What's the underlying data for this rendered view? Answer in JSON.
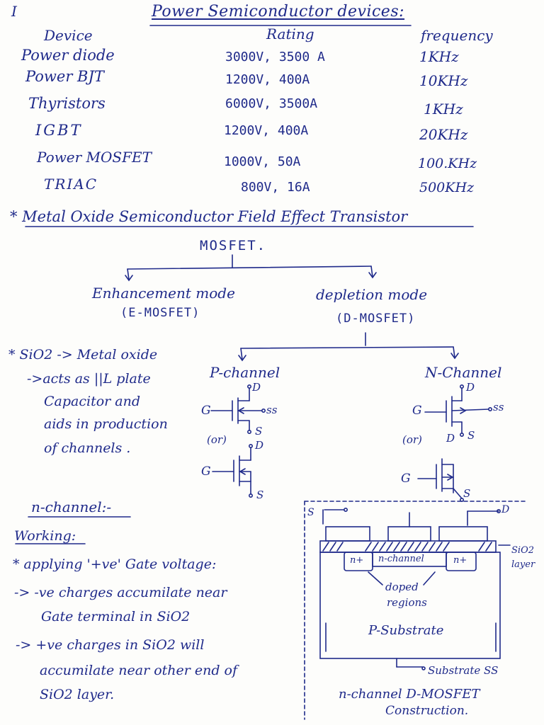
{
  "page": {
    "numeral": "I",
    "title": "Power Semiconductor devices:"
  },
  "table": {
    "headers": [
      "Device",
      "Rating",
      "frequency"
    ],
    "rows": [
      {
        "device": "Power diode",
        "rating": "3000V, 3500 A",
        "frequency": "1KHz"
      },
      {
        "device": "Power BJT",
        "rating": "1200V, 400A",
        "frequency": "10KHz"
      },
      {
        "device": "Thyristors",
        "rating": "6000V, 3500A",
        "frequency": "1KHz"
      },
      {
        "device": "IGBT",
        "rating": "1200V, 400A",
        "frequency": "20KHz"
      },
      {
        "device": "Power MOSFET",
        "rating": "1000V, 50A",
        "frequency": "100.KHz"
      },
      {
        "device": "TRIAC",
        "rating": "800V, 16A",
        "frequency": "500KHz"
      }
    ]
  },
  "mosfet": {
    "heading": "* Metal Oxide Semiconductor Field Effect Transistor",
    "title": "MOSFET.",
    "enhancement_line1": "Enhancement mode",
    "enhancement_line2": "(E-MOSFET)",
    "depletion_line1": "depletion mode",
    "depletion_line2": "(D-MOSFET)",
    "p_channel": "P-channel",
    "n_channel": "N-Channel",
    "sio2_note": [
      "* SiO2 -> Metal oxide",
      "->acts as ||L plate",
      "Capacitor and",
      "aids in production",
      "of channels ."
    ]
  },
  "labels": {
    "g": "G",
    "d": "D",
    "s": "S",
    "ss": "ss",
    "or": "(or)"
  },
  "working": {
    "heading": "n-channel:-",
    "subheading": "Working:",
    "lines": [
      "* applying '+ve' Gate voltage:",
      "-> -ve charges accumilate near",
      "Gate terminal in SiO2",
      "-> +ve charges in SiO2 will",
      "accumilate near other end of",
      "SiO2 layer."
    ]
  },
  "construction": {
    "s_label": "S",
    "d_label": "D",
    "sio2_label": "SiO2",
    "layer_label": "layer",
    "n_plus_left": "n+",
    "n_channel": "n-channel",
    "n_plus_right": "n+",
    "doped1": "doped",
    "doped2": "regions",
    "substrate": "P-Substrate",
    "substrate_ss": "Substrate SS",
    "caption1": "n-channel D-MOSFET",
    "caption2": "Construction."
  }
}
